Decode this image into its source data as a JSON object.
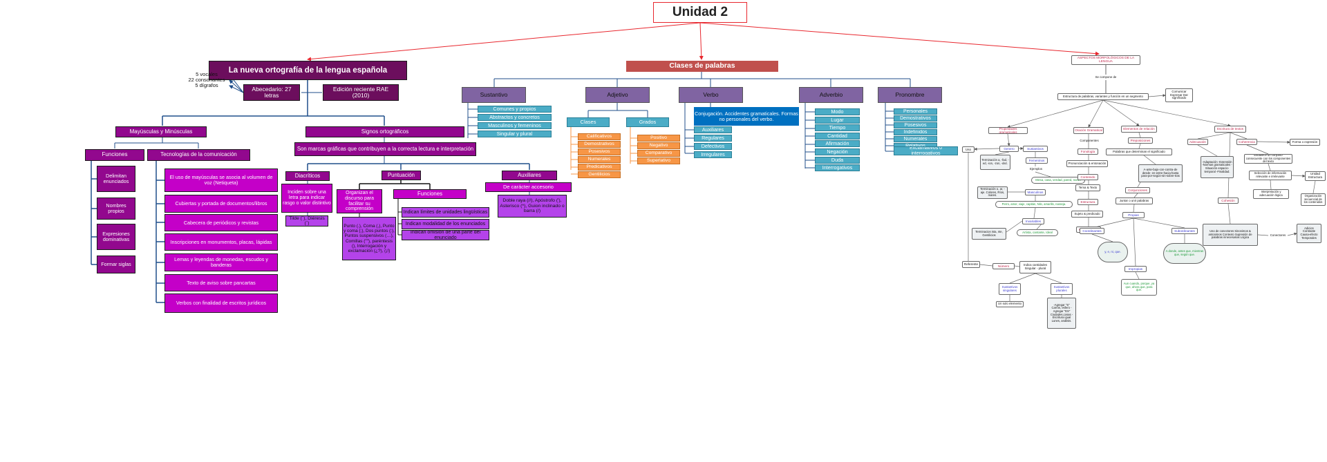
{
  "title": "Unidad 2",
  "branches": {
    "ortografia": {
      "title": "La nueva ortografía de la lengua española",
      "abecedario": "Abecedario: 27 letras",
      "edicion": "Edición reciente RAE (2010)",
      "abecedario_notes": [
        "5 vocales",
        "22 consonantes",
        "5 dígrafos"
      ],
      "mayusculas": {
        "title": "Mayúsculas y Minúsculas",
        "funciones": {
          "title": "Funciones",
          "items": [
            "Delimitan enunciados",
            "Nombres propios",
            "Expresiones dominativas",
            "Formar siglas"
          ]
        },
        "tecnologias": {
          "title": "Tecnologías de la comunicación",
          "items": [
            "El uso de mayúsculas se asocia al volumen de voz (Netiqueta)",
            "Cubiertas y portada de documentos/libros",
            "Cabecera de periódicos y revistas",
            "Inscripciones en monumentos, placas, lápidas",
            "Lemas y leyendas de monedas, escudos y banderas",
            "Texto de aviso sobre pancartas",
            "Verbos con finalidad de escritos jurídicos"
          ]
        }
      },
      "signos": {
        "title": "Signos ortográficos",
        "definition": "Son marcas gráficas que contribuyen a la correcta lectura e interpretación",
        "diacriticos": {
          "title": "Diacríticos",
          "desc": "Inciden sobre una letra para indicar rasgo o valor distintivo",
          "example": "Tilde (´), Diéresis (¨)"
        },
        "puntuacion": {
          "title": "Puntuación",
          "desc": "Organizan el discurso para facilitar su comprensión",
          "list": "Punto (.), Coma (,), Punto y coma (;), Dos puntos (:), Puntos suspensivos (…), Comillas (\"\"), paréntesis (), Interrogación y exclamación (¿?), (¡!)",
          "funciones_title": "Funciones",
          "funciones": [
            "Indican límites de unidades lingüísticas",
            "Indican modalidad de los enunciados",
            "Indican omisión de una parte del enunciado"
          ]
        },
        "auxiliares": {
          "title": "Auxiliares",
          "sub": "De carácter accesorio",
          "desc": "Doble raya (//), Apóstrofo ('), Asterisco (*), Guion inclinado o barra (/)"
        }
      }
    },
    "clases": {
      "title": "Clases de palabras",
      "sustantivo": {
        "title": "Sustantivo",
        "items": [
          "Comunes y propios",
          "Abstractos y concretos",
          "Masculinos y femeninos",
          "Singular y plural"
        ]
      },
      "adjetivo": {
        "title": "Adjetivo",
        "clases_title": "Clases",
        "clases": [
          "Calificativos",
          "Demostrativos",
          "Posesivos",
          "Numerales",
          "Predicativos",
          "Gentilicios"
        ],
        "grados_title": "Grados",
        "grados": [
          "Positivo",
          "Negativo",
          "Comparativo",
          "Superlativo"
        ]
      },
      "verbo": {
        "title": "Verbo",
        "desc": "Conjugación. Accidentes gramaticales. Formas no personales del verbo.",
        "items": [
          "Auxiliares",
          "Regulares",
          "Defectivos",
          "Irregulares"
        ]
      },
      "adverbio": {
        "title": "Adverbio",
        "items": [
          "Modo",
          "Lugar",
          "Tiempo",
          "Cantidad",
          "Afirmación",
          "Negación",
          "Duda",
          "Interrogativos"
        ]
      },
      "pronombre": {
        "title": "Pronombre",
        "items": [
          "Personales",
          "Demostrativos",
          "Posesivos",
          "Indefinidos",
          "Numerales",
          "Relativos",
          "Exclamativos o interrogativos"
        ]
      }
    },
    "aspectos": {
      "title": "ASPECTOS MORFOLÓGICOS DE LA LENGUA",
      "se_compone": "Se compone de",
      "estructura": "Estructura de palabras, variantes y función en un segmento",
      "comunicar": "Comunicar Expresar Dar significado",
      "propiedades": "Propiedades gramaticales",
      "oracion": "Oración Gramatical",
      "elementos": "Elementos de relación",
      "escritura": "Escritura de textos",
      "genero": "Genero",
      "uso": "Uso",
      "sustantivos": "Sustantivos",
      "terminacion_a": "Terminación a, -fad, -ed, -ion, -zon, -dez.",
      "femeninos": "Femeninos",
      "ejemplos": "Ejemplos",
      "ejemplos_fem": "Mesa, casa, verdad, pared, razón",
      "terminacion_e": "Terminación o, ar, -aje. Colores, Ríos, mares.",
      "masculinos": "Masculinos",
      "ejemplos_masc": "Perro, amor, viaje, capitán, Nilo, amarillo, naranja.",
      "invariables": "Invariables",
      "terminacion_ista": "Terminacion ista, nte, Gentilicios",
      "artista": "Artista, cantante, Ideal",
      "referente": "Referente",
      "numero": "Número",
      "indica": "Indica cantidades Singular - plural",
      "sust_singulares": "Sustantivos singulares",
      "sust_plurales": "Sustantivos plurales",
      "un_solo": "Un solo elemento",
      "agregar": "-Agregar \"S\" Carros, esfero -Agregar \"ES\" Ciudades,cosas -Escritura igual Lunes, análisis.",
      "componentes": "Componentes",
      "fonologia": "Fonología",
      "pronunciacion": "Pronunciación & entonación",
      "contenido": "Contenido",
      "tema": "Tema & Texto",
      "estructura_o": "Estructura",
      "sujeto": "Sujeto & predicado",
      "concordancia": "Concordancia",
      "preposiciones": "Preposiciones",
      "palabras_que": "Palabras que determinan el significado",
      "a_ante": "A-ante-bajo-con-contra-de desde- en-entre-hacia-hasta para-por-según-sin-sobre-tras",
      "conjunciones": "Conjunciones",
      "juntar": "Juntar o unir palabras",
      "propias": "Propias",
      "coordinantes": "Coordinantes",
      "subordinantes": "Subordinantes",
      "y_e": "y, e, ni, que.",
      "a_donde": "A donde, antes que, mientras que, según que.",
      "impropias": "Impropias",
      "aun": "Aun cuando, porque, ya que, ahora que, para que.",
      "adecuacion": "Adecuación",
      "adaptacion": "-Adaptación -Extensión -Normas gramaticales -Situación espacio-temporal -Finalidad.",
      "coherencia": "Coherencia",
      "forma": "Forma o expresión",
      "establece": "Establece un conjunto consecuente con los componentes del texto",
      "seleccion": "Selección de información relevante e irrelevante",
      "unidad": "Unidad Estructura",
      "interpretacion": "Interpretación y adecuación lógica",
      "organizacion": "Organización secuencial de los contenidos",
      "cohesion": "Cohesión",
      "uso_conectores": "Uso de conectores Sinonimos & antonimos Contexto Supresión de palabras innecesarias Lógica",
      "conectores": "Conectores",
      "adicion": "Adicion Contraste Causa-efecto Temporales"
    }
  },
  "colors": {
    "title_border": "#e8262d",
    "ortografia": "#6c0e5d",
    "purple": "#92088e",
    "magenta": "#c400c8",
    "violet": "#b443ea",
    "edge_blue": "#1f4e8a",
    "clases_red": "#c0504d",
    "lavender": "#8064a2",
    "teal": "#4bacc6",
    "orange": "#f79646",
    "blue": "#0070c0"
  }
}
